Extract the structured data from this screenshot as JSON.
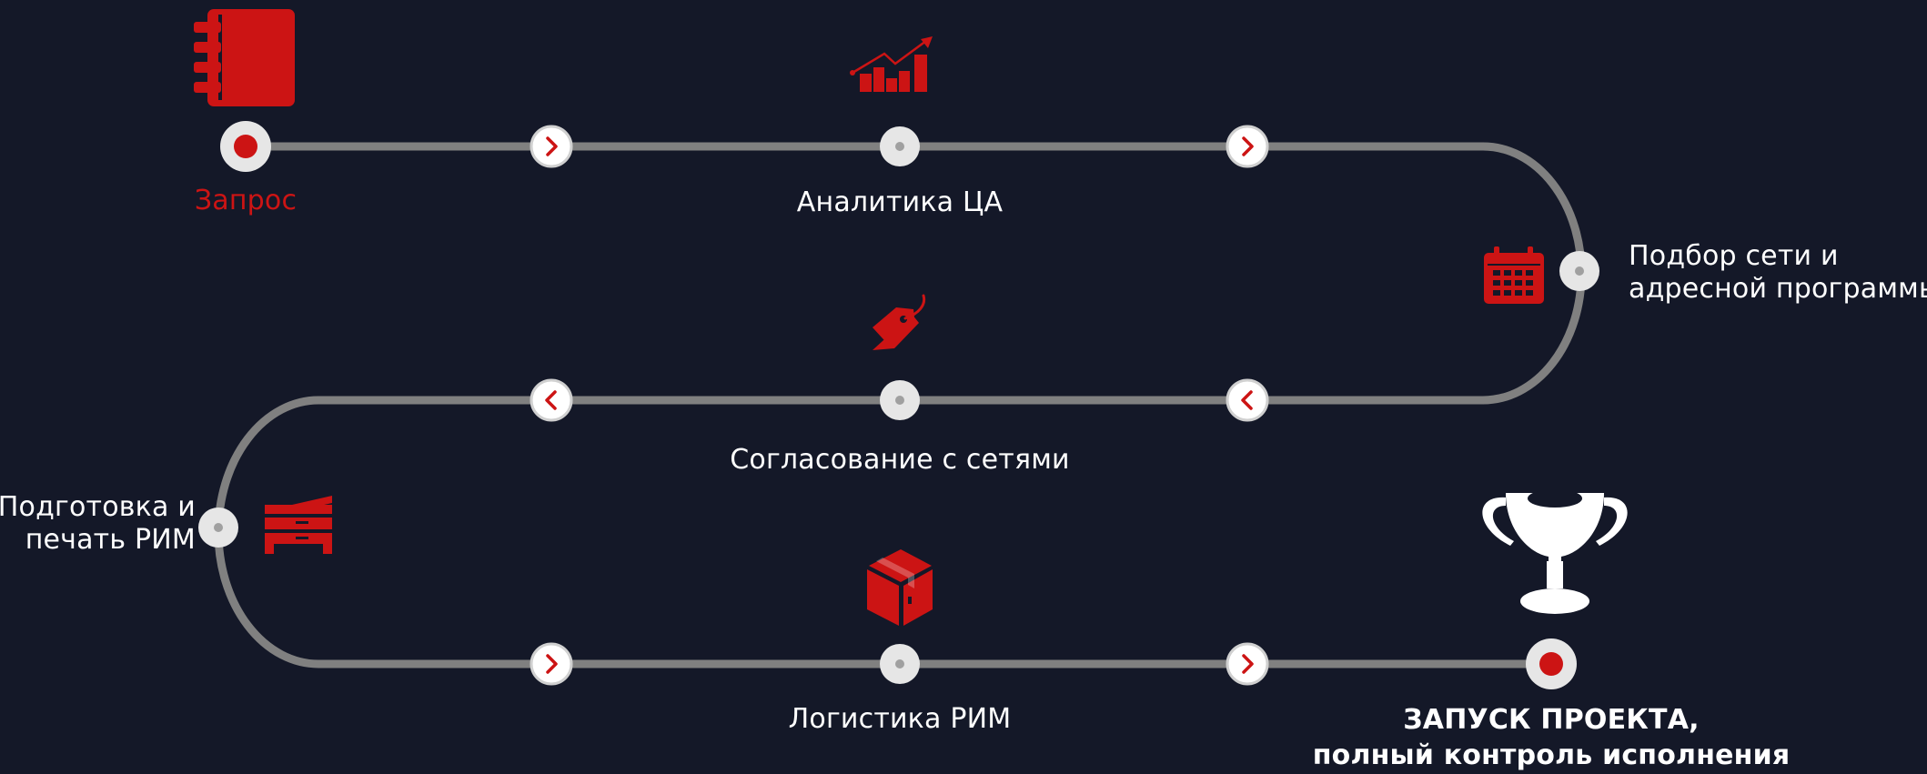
{
  "colors": {
    "background": "#141828",
    "path": "#808080",
    "accent": "#cc1414",
    "node_fill": "#e6e6e6",
    "node_dot": "#a0a0a0",
    "text": "#ffffff"
  },
  "steps": [
    {
      "label": "Запрос",
      "icon": "notebook-icon",
      "type": "start"
    },
    {
      "label": "Аналитика ЦА",
      "icon": "bar-chart-icon",
      "type": "step"
    },
    {
      "label_line1": "Подбор сети и",
      "label_line2": "адресной программы",
      "icon": "calendar-icon",
      "type": "step"
    },
    {
      "label": "Согласование с сетями",
      "icon": "price-tag-icon",
      "type": "step"
    },
    {
      "label_line1": "Подготовка и",
      "label_line2": "печать РИМ",
      "icon": "printer-icon",
      "type": "step"
    },
    {
      "label": "Логистика РИМ",
      "icon": "box-icon",
      "type": "step"
    },
    {
      "label_line1": "ЗАПУСК ПРОЕКТА,",
      "label_line2": "полный контроль исполнения",
      "icon": "trophy-icon",
      "type": "finish"
    }
  ],
  "arrows": [
    "right",
    "right",
    "left",
    "left",
    "right",
    "right"
  ]
}
